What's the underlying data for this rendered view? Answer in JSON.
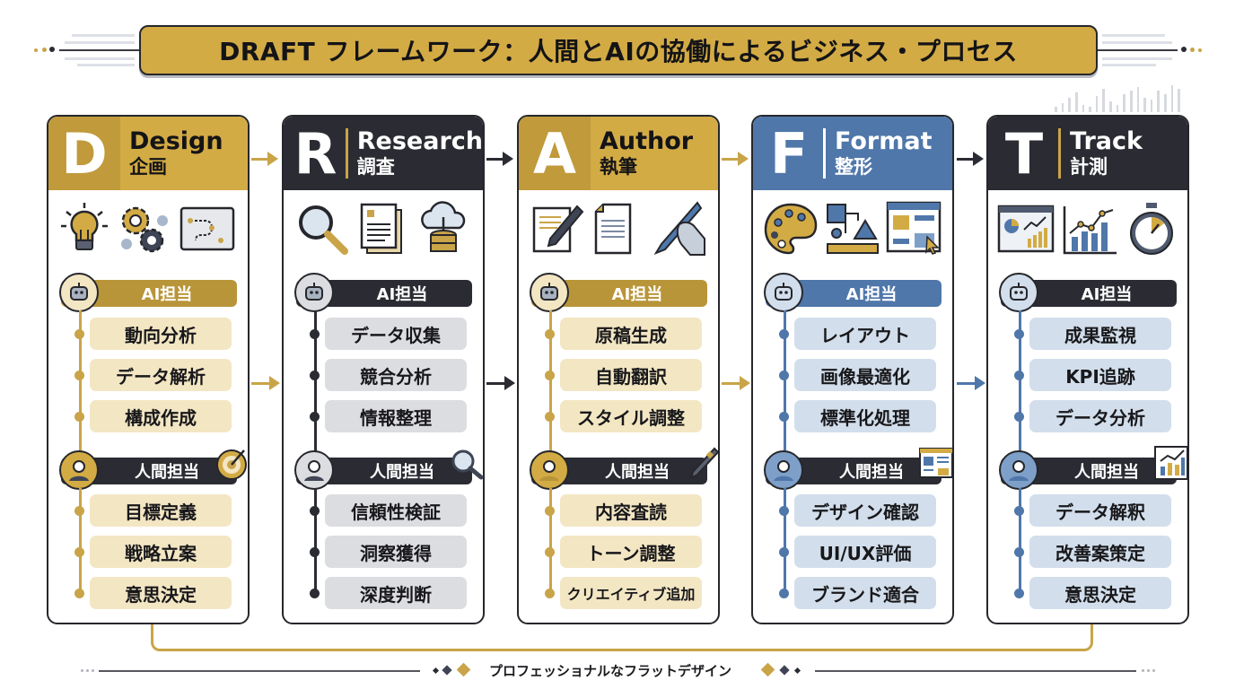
{
  "header": {
    "title": "DRAFT フレームワーク：人間とAIの協働によるビジネス・プロセス"
  },
  "colors": {
    "gold": "#c9a448",
    "gold_light": "#f3e6c3",
    "dark": "#2b2c33",
    "blue": "#4f77aa",
    "blue_light": "#d2deeb",
    "gray_light": "#dcdde0"
  },
  "stages": [
    {
      "letter": "D",
      "name_en": "Design",
      "name_ja": "企画",
      "theme": "gold",
      "icons": [
        "lightbulb-icon",
        "gears-icon",
        "roadmap-icon"
      ],
      "ai": {
        "label": "AI担当",
        "tasks": [
          "動向分析",
          "データ解析",
          "構成作成"
        ]
      },
      "human": {
        "label": "人間担当",
        "badge_icon": "target-icon",
        "tasks": [
          "目標定義",
          "戦略立案",
          "意思決定"
        ]
      }
    },
    {
      "letter": "R",
      "name_en": "Research",
      "name_ja": "調査",
      "theme": "dark",
      "icons": [
        "magnifier-icon",
        "documents-icon",
        "cloud-database-icon"
      ],
      "ai": {
        "label": "AI担当",
        "tasks": [
          "データ収集",
          "競合分析",
          "情報整理"
        ]
      },
      "human": {
        "label": "人間担当",
        "badge_icon": "magnifier-icon",
        "tasks": [
          "信頼性検証",
          "洞察獲得",
          "深度判断"
        ]
      }
    },
    {
      "letter": "A",
      "name_en": "Author",
      "name_ja": "執筆",
      "theme": "gold",
      "icons": [
        "document-pen-icon",
        "document-icon",
        "robot-hand-pen-icon"
      ],
      "ai": {
        "label": "AI担当",
        "tasks": [
          "原稿生成",
          "自動翻訳",
          "スタイル調整"
        ]
      },
      "human": {
        "label": "人間担当",
        "badge_icon": "pen-icon",
        "tasks": [
          "内容査読",
          "トーン調整",
          "クリエイティブ追加"
        ]
      }
    },
    {
      "letter": "F",
      "name_en": "Format",
      "name_ja": "整形",
      "theme": "blue",
      "icons": [
        "palette-icon",
        "shapes-ruler-icon",
        "layout-window-icon"
      ],
      "ai": {
        "label": "AI担当",
        "tasks": [
          "レイアウト",
          "画像最適化",
          "標準化処理"
        ]
      },
      "human": {
        "label": "人間担当",
        "badge_icon": "layout-icon",
        "tasks": [
          "デザイン確認",
          "UI/UX評価",
          "ブランド適合"
        ]
      }
    },
    {
      "letter": "T",
      "name_en": "Track",
      "name_ja": "計測",
      "theme": "darkblue",
      "icons": [
        "dashboard-icon",
        "line-bar-chart-icon",
        "stopwatch-icon"
      ],
      "ai": {
        "label": "AI担当",
        "tasks": [
          "成果監視",
          "KPI追跡",
          "データ分析"
        ]
      },
      "human": {
        "label": "人間担当",
        "badge_icon": "chart-icon",
        "tasks": [
          "データ解釈",
          "改善案策定",
          "意思決定"
        ]
      }
    }
  ],
  "footer": {
    "caption": "プロフェッショナルなフラットデザイン"
  }
}
